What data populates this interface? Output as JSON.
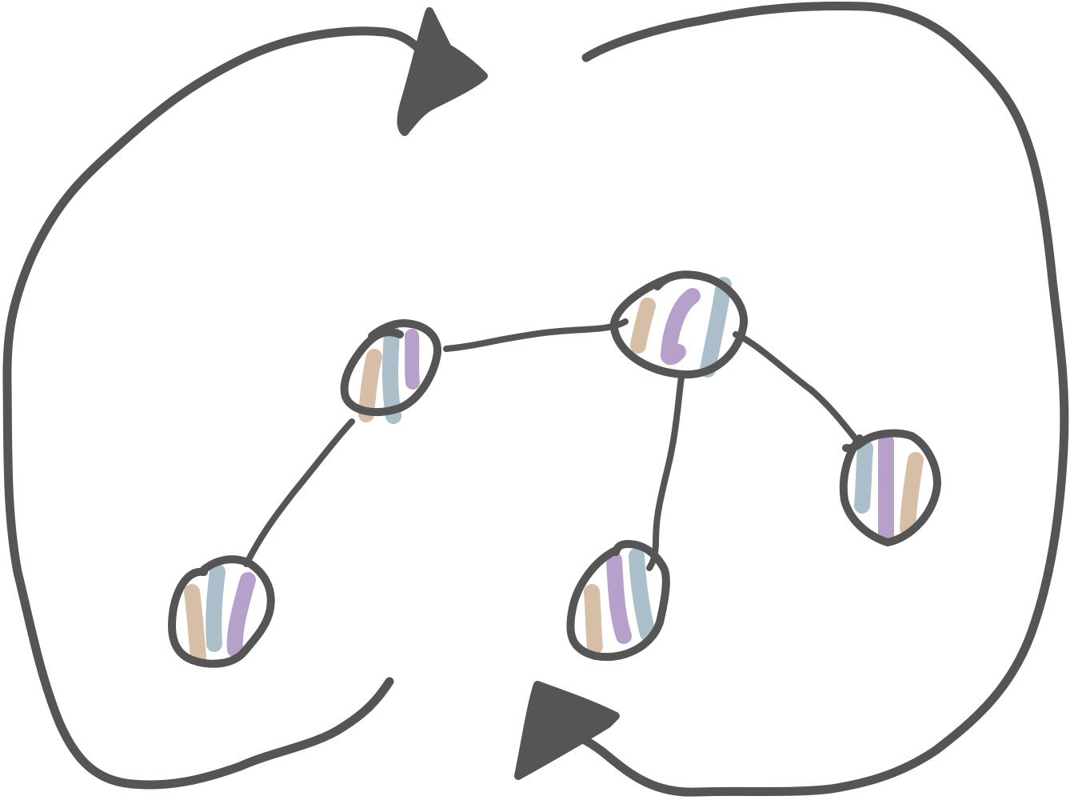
{
  "colors": {
    "ink": "#555555",
    "tan": "#c7a583",
    "slate": "#89a6b4",
    "purple": "#9b7bb6"
  },
  "diagram": {
    "kind": "hand-drawn cycle diagram",
    "arrows": [
      {
        "id": "top-left-loop",
        "direction": "clockwise",
        "arrowhead": "top"
      },
      {
        "id": "right-loop",
        "direction": "clockwise",
        "arrowhead": "bottom"
      }
    ],
    "nodes": [
      {
        "id": "node-a",
        "stripes": [
          "tan",
          "slate",
          "purple"
        ]
      },
      {
        "id": "node-b",
        "stripes": [
          "tan",
          "purple",
          "slate"
        ]
      },
      {
        "id": "node-c",
        "stripes": [
          "tan",
          "slate",
          "purple"
        ]
      },
      {
        "id": "node-d",
        "stripes": [
          "tan",
          "purple",
          "slate"
        ]
      },
      {
        "id": "node-e",
        "stripes": [
          "slate",
          "purple",
          "tan"
        ]
      }
    ],
    "edges": [
      {
        "from": "node-a",
        "to": "node-b"
      },
      {
        "from": "node-a",
        "to": "node-c"
      },
      {
        "from": "node-b",
        "to": "node-d"
      },
      {
        "from": "node-b",
        "to": "node-e"
      }
    ]
  }
}
